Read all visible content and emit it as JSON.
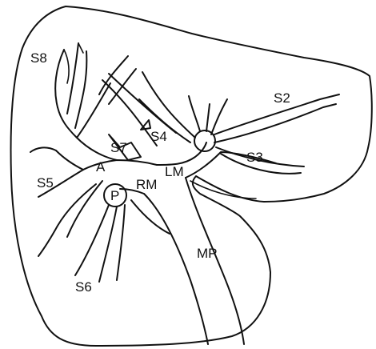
{
  "labels": {
    "s8": "S8",
    "s2": "S2",
    "s4": "S4",
    "s7": "S7",
    "s3": "S3",
    "a": "A",
    "lm": "LM",
    "s5": "S5",
    "p": "P",
    "rm": "RM",
    "mp": "MP",
    "s6": "S6"
  }
}
